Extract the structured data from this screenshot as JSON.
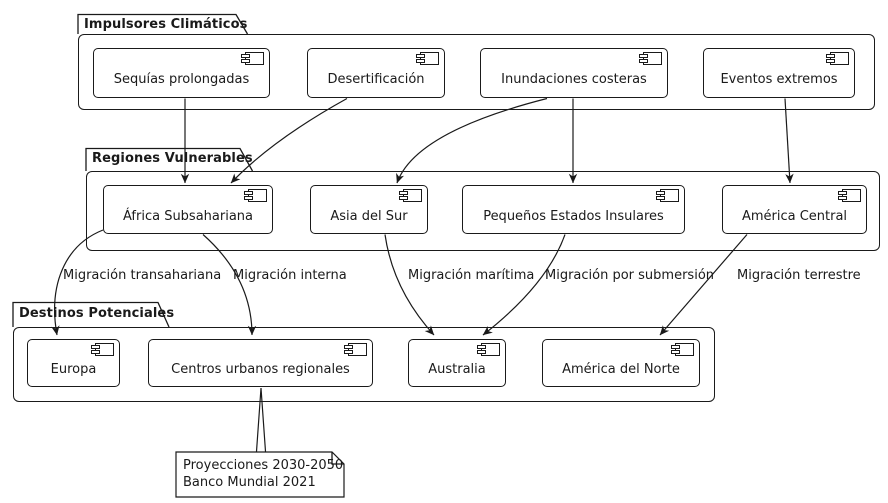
{
  "diagram": {
    "packages": [
      {
        "title": "Impulsores Climáticos",
        "components": [
          {
            "label": "Sequías prolongadas"
          },
          {
            "label": "Desertificación"
          },
          {
            "label": "Inundaciones costeras"
          },
          {
            "label": "Eventos extremos"
          }
        ]
      },
      {
        "title": "Regiones Vulnerables",
        "components": [
          {
            "label": "África Subsahariana"
          },
          {
            "label": "Asia del Sur"
          },
          {
            "label": "Pequeños Estados Insulares"
          },
          {
            "label": "América Central"
          }
        ]
      },
      {
        "title": "Destinos Potenciales",
        "components": [
          {
            "label": "Europa"
          },
          {
            "label": "Centros urbanos regionales"
          },
          {
            "label": "Australia"
          },
          {
            "label": "América del Norte"
          }
        ]
      }
    ],
    "edges": [
      {
        "from": "Sequías prolongadas",
        "to": "África Subsahariana",
        "label": ""
      },
      {
        "from": "Desertificación",
        "to": "África Subsahariana",
        "label": ""
      },
      {
        "from": "Inundaciones costeras",
        "to": "Asia del Sur",
        "label": ""
      },
      {
        "from": "Inundaciones costeras",
        "to": "Pequeños Estados Insulares",
        "label": ""
      },
      {
        "from": "Eventos extremos",
        "to": "América Central",
        "label": ""
      },
      {
        "from": "África Subsahariana",
        "to": "Europa",
        "label": "Migración transahariana"
      },
      {
        "from": "África Subsahariana",
        "to": "Centros urbanos regionales",
        "label": "Migración interna"
      },
      {
        "from": "Asia del Sur",
        "to": "Australia",
        "label": "Migración marítima"
      },
      {
        "from": "Pequeños Estados Insulares",
        "to": "Australia",
        "label": "Migración por submersión"
      },
      {
        "from": "América Central",
        "to": "América del Norte",
        "label": "Migración terrestre"
      },
      {
        "from": "Centros urbanos regionales",
        "to": "note",
        "label": ""
      }
    ],
    "note": {
      "lines": [
        "Proyecciones 2030-2050",
        "Banco Mundial 2021"
      ],
      "attached_to": "Centros urbanos regionales"
    },
    "colors": {
      "line": "#1a1a1a",
      "background": "#ffffff",
      "shape_fill": "#ffffff"
    }
  }
}
